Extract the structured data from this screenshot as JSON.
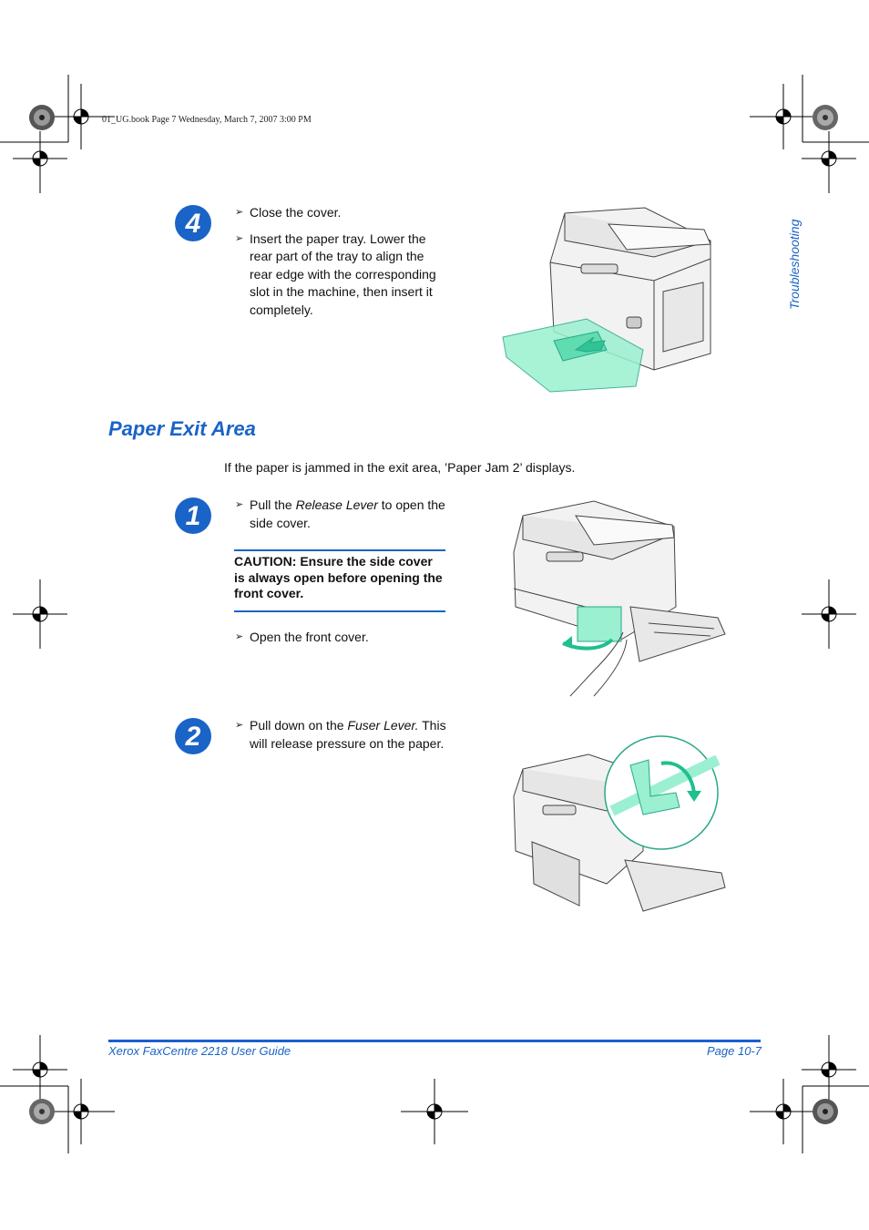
{
  "print_meta": "01_UG.book  Page 7  Wednesday, March 7, 2007  3:00 PM",
  "side_tab": "Troubleshooting",
  "steps_top": {
    "number": "4",
    "bullets": [
      "Close the cover.",
      "Insert the paper tray. Lower the rear part of the tray to align the rear edge with the corresponding slot in the machine, then insert it completely."
    ]
  },
  "section": {
    "title": "Paper Exit Area",
    "intro": "If the paper is jammed in the exit area, ’Paper Jam 2’ displays."
  },
  "step1": {
    "number": "1",
    "bullet1_pre": "Pull the ",
    "bullet1_em": "Release Lever",
    "bullet1_post": " to open the side cover.",
    "caution": "CAUTION: Ensure the side cover is always open before opening the front cover.",
    "bullet2": "Open the front cover."
  },
  "step2": {
    "number": "2",
    "bullet_pre": "Pull down on the ",
    "bullet_em": "Fuser Lever.",
    "bullet_post": " This will release pressure on the paper."
  },
  "footer": {
    "left": "Xerox FaxCentre 2218 User Guide",
    "right": "Page 10-7"
  },
  "colors": {
    "accent": "#1a63c7",
    "highlight": "#7de8c0"
  }
}
